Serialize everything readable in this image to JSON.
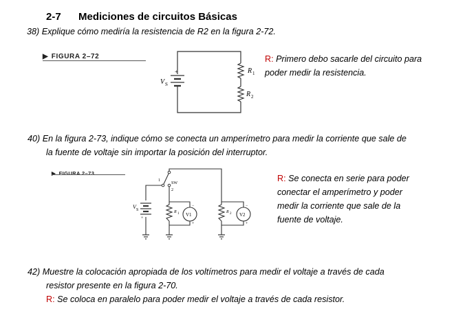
{
  "header": {
    "number": "2-7",
    "title": "Mediciones de circuitos Básicas"
  },
  "q38": {
    "question": "38) Explique cómo mediría la resistencia de R2 en la figura 2-72.",
    "figure_label": "FIGURA 2–72",
    "answer_label": "R:",
    "answer_line1": "Primero debo sacarle del circuito para",
    "answer_line2": "poder medir la resistencia.",
    "labels": {
      "vs": "V",
      "vs_sub": "S",
      "r1": "R",
      "r1_sub": "1",
      "r2": "R",
      "r2_sub": "2",
      "plus": "+",
      "minus": "−"
    }
  },
  "q40": {
    "question_line1": "40) En la figura 2-73, indique cómo se conecta un amperímetro para medir la corriente que sale de",
    "question_line2": "la fuente de voltaje sin importar la posición del interruptor.",
    "figure_label": "FIGURA 2–73",
    "answer_label": "R:",
    "answer_line1": "Se conecta en serie para poder",
    "answer_line2": "conectar el amperímetro y poder",
    "answer_line3": "medir la corriente que sale de la",
    "answer_line4": "fuente de voltaje.",
    "labels": {
      "vs": "V",
      "vs_sub": "S",
      "sw": "SW",
      "pos1": "1",
      "pos2": "2",
      "r1": "R",
      "r1_sub": "1",
      "r2": "R",
      "r2_sub": "2",
      "v1": "V1",
      "v2": "V2",
      "plus": "+",
      "minus": "−"
    }
  },
  "q42": {
    "question_line1": "42) Muestre la colocación apropiada de los voltímetros para medir el voltaje a través de cada",
    "question_line2": "resistor presente en la figura 2-70.",
    "answer_label": "R:",
    "answer_text": "Se coloca en paralelo para poder medir el voltaje a través de cada resistor."
  },
  "colors": {
    "answer_label": "#c00000",
    "line": "#333333"
  }
}
